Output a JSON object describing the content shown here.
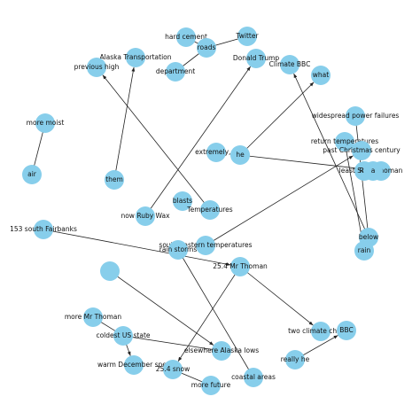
{
  "colors": {
    "node": "#87ceeb",
    "edge": "#222222",
    "text": "#111111",
    "background": "#ffffff"
  },
  "nodes": [
    {
      "id": "hard_cement",
      "label": "hard  cement"
    },
    {
      "id": "twitter",
      "label": "Twitter"
    },
    {
      "id": "roads",
      "label": "roads"
    },
    {
      "id": "alaska_transportation",
      "label": "Alaska Transportation"
    },
    {
      "id": "donald_trump",
      "label": "Donald Trump"
    },
    {
      "id": "climate_bbc",
      "label": "Climate BBC"
    },
    {
      "id": "previous_high",
      "label": "previous  high"
    },
    {
      "id": "department",
      "label": "department"
    },
    {
      "id": "what",
      "label": "what"
    },
    {
      "id": "more_moist",
      "label": "more  moist"
    },
    {
      "id": "widespread_power_failures",
      "label": "widespread power failures"
    },
    {
      "id": "return_temperatures",
      "label": "return temperatures"
    },
    {
      "id": "past_christmas_century",
      "label": "past Christmas century"
    },
    {
      "id": "extremely_it",
      "label": "extremely,  it"
    },
    {
      "id": "he",
      "label": "he"
    },
    {
      "id": "least_scientists",
      "label": "least Scientists"
    },
    {
      "id": "rick_thoman",
      "label": "Rick Thoman"
    },
    {
      "id": "a_node",
      "label": "a"
    },
    {
      "id": "air",
      "label": "air"
    },
    {
      "id": "them",
      "label": "them"
    },
    {
      "id": "blasts",
      "label": "blasts"
    },
    {
      "id": "temperatures",
      "label": "Temperatures"
    },
    {
      "id": "now_ruby_wax",
      "label": "now Ruby Wax"
    },
    {
      "id": "153_south_fairbanks",
      "label": "153 south Fairbanks"
    },
    {
      "id": "below",
      "label": "below"
    },
    {
      "id": "rain",
      "label": "rain"
    },
    {
      "id": "south_eastern_temperatures",
      "label": "south eastern temperatures"
    },
    {
      "id": "rain_storms",
      "label": "rain  storms"
    },
    {
      "id": "254_mr_thoman",
      "label": "25.4  Mr Thoman"
    },
    {
      "id": "unlabeled",
      "label": ""
    },
    {
      "id": "more_mr_thoman",
      "label": "more Mr Thoman"
    },
    {
      "id": "coldest_us_state",
      "label": "coldest US state"
    },
    {
      "id": "two_climate_change",
      "label": "two climate change"
    },
    {
      "id": "bbc",
      "label": "BBC"
    },
    {
      "id": "elsewhere_alaska_lows",
      "label": "elsewhere Alaska lows"
    },
    {
      "id": "warm_december_spell",
      "label": "warm December spell"
    },
    {
      "id": "254_snow",
      "label": "25.4  snow"
    },
    {
      "id": "really_he",
      "label": "really  he"
    },
    {
      "id": "coastal_areas",
      "label": "coastal  areas"
    },
    {
      "id": "more_future",
      "label": "more  future"
    }
  ],
  "edges": [
    {
      "source": "department",
      "target": "roads",
      "arrow": false
    },
    {
      "source": "roads",
      "target": "twitter",
      "arrow": false
    },
    {
      "source": "roads",
      "target": "hard_cement",
      "arrow": false
    },
    {
      "source": "them",
      "target": "alaska_transportation",
      "arrow": true
    },
    {
      "source": "now_ruby_wax",
      "target": "donald_trump",
      "arrow": true
    },
    {
      "source": "temperatures",
      "target": "previous_high",
      "arrow": true
    },
    {
      "source": "air",
      "target": "more_moist",
      "arrow": false
    },
    {
      "source": "he",
      "target": "what",
      "arrow": true
    },
    {
      "source": "he",
      "target": "rick_thoman",
      "arrow": false
    },
    {
      "source": "below",
      "target": "climate_bbc",
      "arrow": true
    },
    {
      "source": "below",
      "target": "widespread_power_failures",
      "arrow": false
    },
    {
      "source": "rain",
      "target": "return_temperatures",
      "arrow": false
    },
    {
      "source": "south_eastern_temperatures",
      "target": "past_christmas_century",
      "arrow": true
    },
    {
      "source": "153_south_fairbanks",
      "target": "254_mr_thoman",
      "arrow": true
    },
    {
      "source": "254_mr_thoman",
      "target": "two_climate_change",
      "arrow": true
    },
    {
      "source": "254_mr_thoman",
      "target": "254_snow",
      "arrow": true
    },
    {
      "source": "rain_storms",
      "target": "coastal_areas",
      "arrow": false
    },
    {
      "source": "unlabeled",
      "target": "elsewhere_alaska_lows",
      "arrow": true
    },
    {
      "source": "more_mr_thoman",
      "target": "coldest_us_state",
      "arrow": false
    },
    {
      "source": "coldest_us_state",
      "target": "warm_december_spell",
      "arrow": true
    },
    {
      "source": "coldest_us_state",
      "target": "elsewhere_alaska_lows",
      "arrow": false
    },
    {
      "source": "really_he",
      "target": "bbc",
      "arrow": true
    },
    {
      "source": "254_snow",
      "target": "more_future",
      "arrow": false
    }
  ]
}
